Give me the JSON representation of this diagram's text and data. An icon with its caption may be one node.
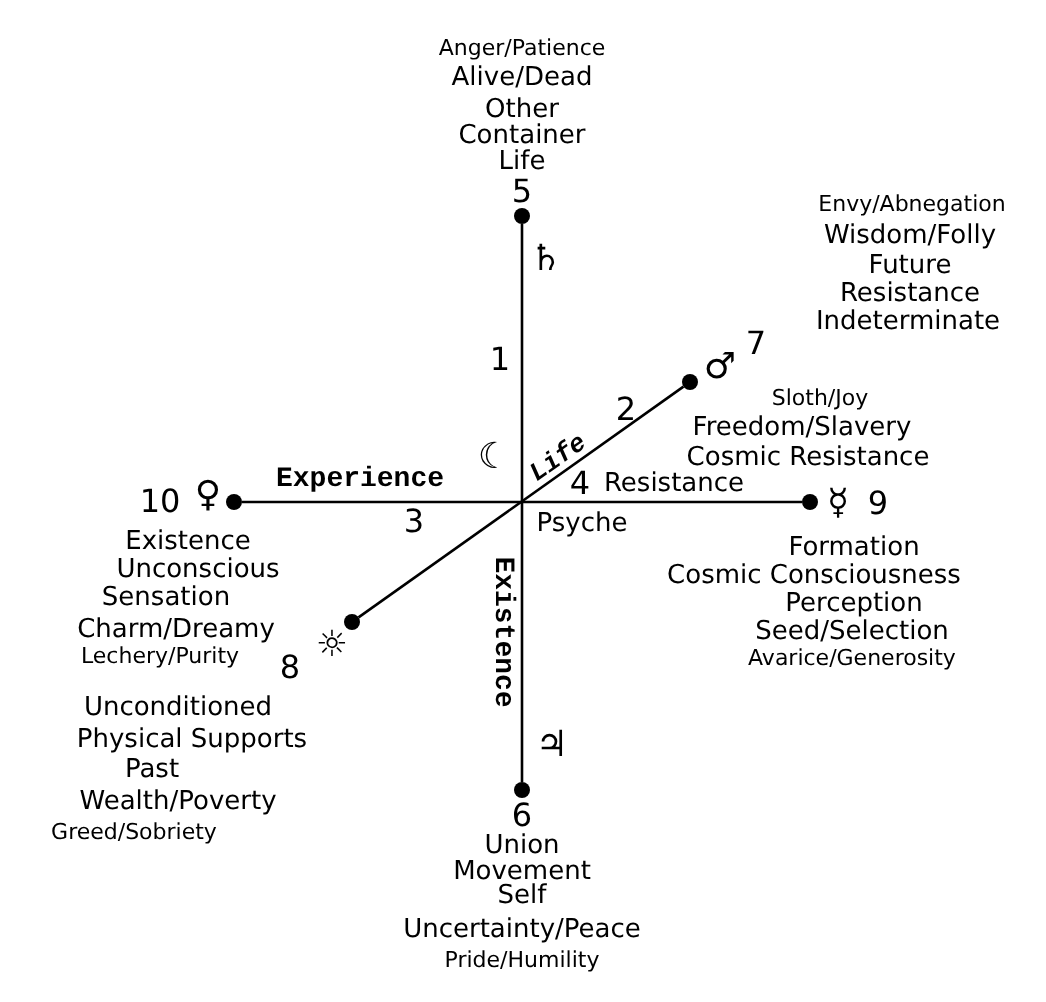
{
  "diagram": {
    "nodes": [
      {
        "text": [],
        "shape": "circle",
        "beside": [
          "Anger/Patience",
          "Alive/Dead",
          "Other",
          "Container",
          "Life",
          "5",
          "♄"
        ]
      },
      {
        "text": [],
        "shape": "circle",
        "beside": [
          "Envy/Abnegation",
          "Wisdom/Folly",
          "Future",
          "Resistance",
          "Indeterminate",
          "♂",
          "7"
        ]
      },
      {
        "text": [],
        "shape": "circle",
        "beside": [
          "10",
          "♀",
          "Existence",
          "Unconscious",
          "Sensation",
          "Charm/Dreamy",
          "Lechery/Purity"
        ]
      },
      {
        "text": [],
        "shape": "circle",
        "beside": [
          "☿",
          "9",
          "Formation",
          "Cosmic Consciousness",
          "Perception",
          "Seed/Selection",
          "Avarice/Generosity"
        ]
      },
      {
        "text": [],
        "shape": "circle",
        "beside": [
          "☼",
          "8",
          "Unconditioned",
          "Physical Supports",
          "Past",
          "Wealth/Poverty",
          "Greed/Sobriety"
        ]
      },
      {
        "text": [],
        "shape": "circle",
        "beside": [
          "♃",
          "6",
          "Union",
          "Movement",
          "Self",
          "Uncertainty/Peace",
          "Pride/Humility"
        ]
      }
    ],
    "edges": [
      {
        "from": 0,
        "to": 5,
        "arrow": "none"
      },
      {
        "from": 2,
        "to": 3,
        "arrow": "none"
      },
      {
        "from": 4,
        "to": 1,
        "arrow": "none"
      }
    ],
    "labels": [
      "1",
      "2",
      "Sloth/Joy",
      "Freedom/Slavery",
      "☾",
      "Life",
      "Cosmic Resistance",
      "Experience",
      "4",
      "Resistance",
      "3",
      "Psyche",
      "Existence"
    ]
  }
}
